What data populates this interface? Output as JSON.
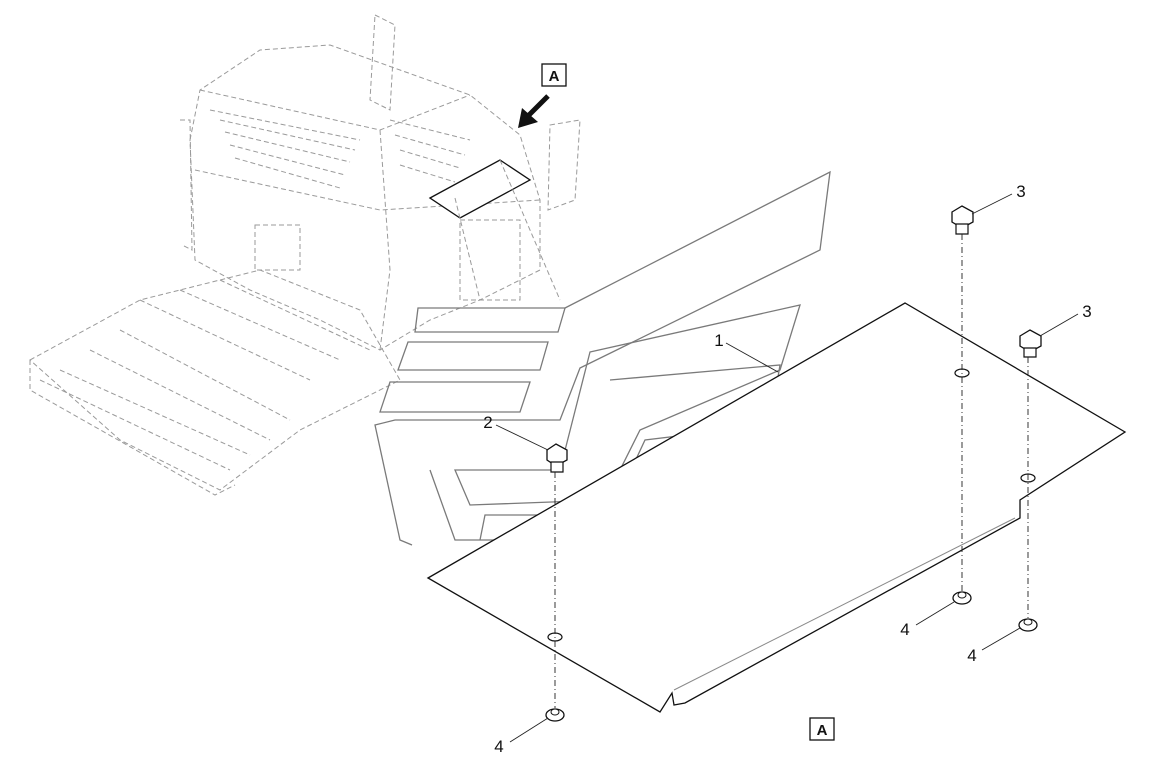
{
  "view_markers": {
    "top": "A",
    "bottom": "A"
  },
  "callouts": [
    {
      "id": "c1",
      "text": "1"
    },
    {
      "id": "c2",
      "text": "2"
    },
    {
      "id": "c3a",
      "text": "3"
    },
    {
      "id": "c3b",
      "text": "3"
    },
    {
      "id": "c4a",
      "text": "4"
    },
    {
      "id": "c4b",
      "text": "4"
    },
    {
      "id": "c4c",
      "text": "4"
    }
  ],
  "colors": {
    "line": "#111111",
    "ghost": "#9a9a9a",
    "decal": "#7a7a7a"
  }
}
